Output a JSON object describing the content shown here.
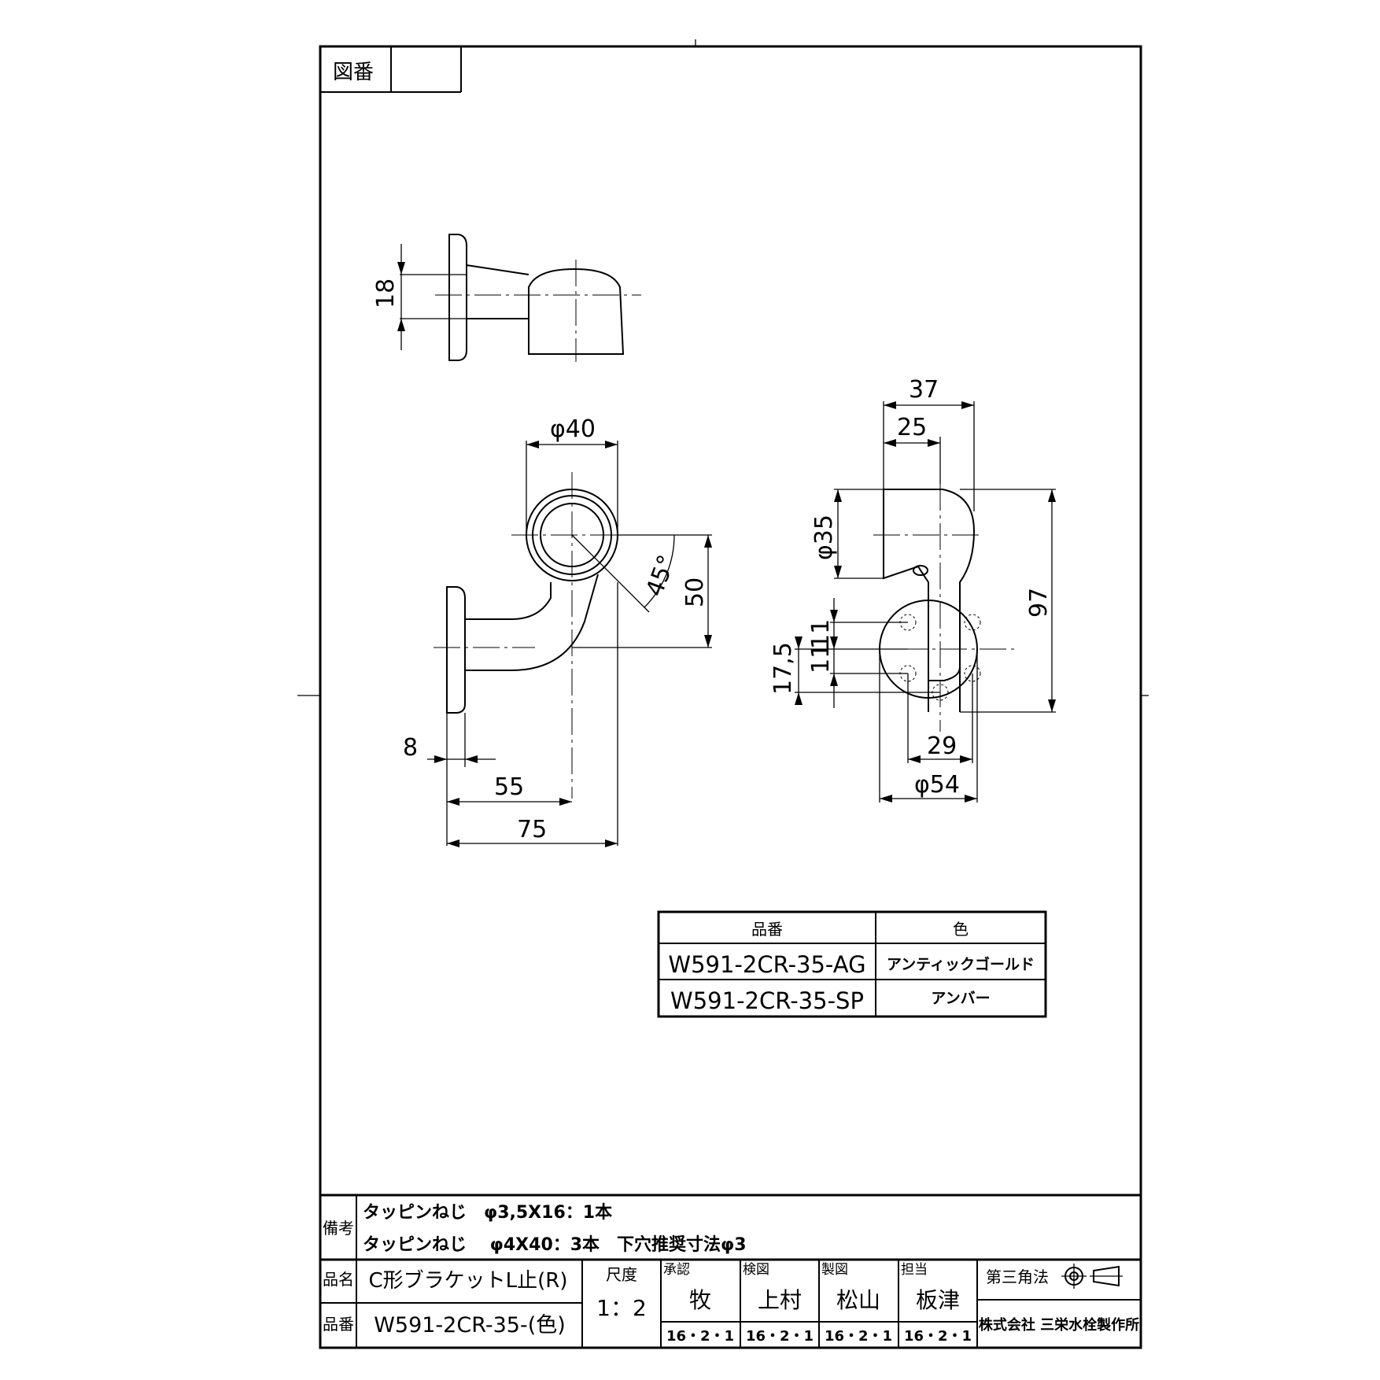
{
  "frame": {
    "drawing_number_label": "図番",
    "drawing_number_value": ""
  },
  "dimensions": {
    "top_view_height": "18",
    "ring_diameter": "φ40",
    "angle": "45°",
    "ring_center_height": "50",
    "plate_thickness": "8",
    "center_distance": "55",
    "overall_depth": "75",
    "width_37": "37",
    "width_25": "25",
    "socket_diameter": "φ35",
    "overall_height": "97",
    "pitch_11a": "11",
    "pitch_11b": "11",
    "pitch_17_5": "17,5",
    "hole_pitch": "29",
    "plate_diameter": "φ54"
  },
  "color_table": {
    "headers": [
      "品番",
      "色"
    ],
    "rows": [
      {
        "part": "W591-2CR-35-AG",
        "color": "アンティックゴールド"
      },
      {
        "part": "W591-2CR-35-SP",
        "color": "アンバー"
      }
    ]
  },
  "title_block": {
    "remarks_label": "備考",
    "remarks_line1": "タッピンねじ　φ3,5X16：1本",
    "remarks_line2": "タッピンねじ　 φ4X40：3本　下穴推奨寸法φ3",
    "name_label": "品名",
    "name_value": "C形ブラケットL止(R)",
    "number_label": "品番",
    "number_value": "W591-2CR-35-(色)",
    "scale_label": "尺度",
    "scale_value": "1：2",
    "approval_label": "承認",
    "approval_name": "牧",
    "approval_date": "16・2・1",
    "inspect_label": "検図",
    "inspect_name": "上村",
    "inspect_date": "16・2・1",
    "draft_label": "製図",
    "draft_name": "松山",
    "draft_date": "16・2・1",
    "charge_label": "担当",
    "charge_name": "板津",
    "charge_date": "16・2・1",
    "projection_label": "第三角法",
    "company": "株式会社 三栄水栓製作所"
  }
}
